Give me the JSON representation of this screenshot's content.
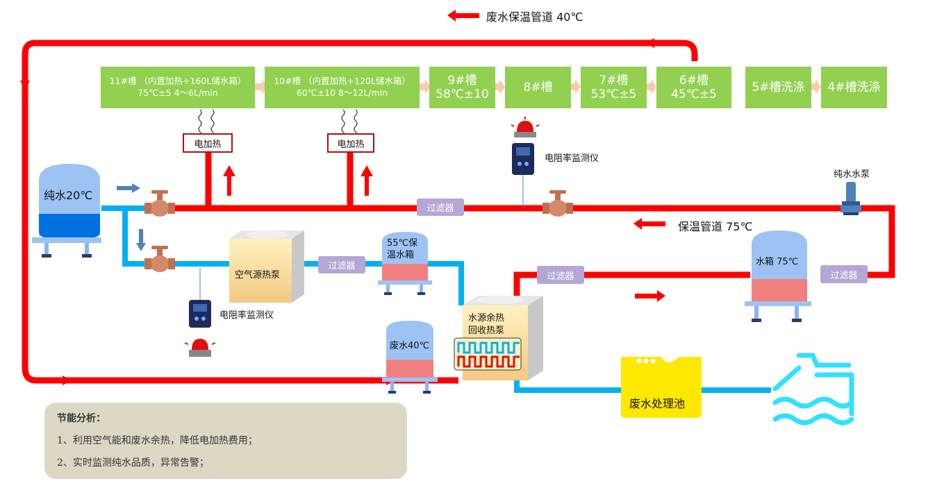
{
  "legend_top": "废水保温管道 40℃",
  "legend_mid": "保温管道 75℃",
  "tanks": {
    "t11": "11#槽 （内置加热+160L储水箱）75℃±5  4～6L/min",
    "t10": "10#槽 （内置加热+120L储水箱）60℃±10  8～12L/min",
    "t9_name": "9#槽",
    "t9_temp": "58℃±10",
    "t8_name": "8#槽",
    "t7_name": "7#槽",
    "t7_temp": "53℃±5",
    "t6_name": "6#槽",
    "t6_temp": "45℃±5",
    "t5": "5#槽洗涤",
    "t4": "4#槽洗涤"
  },
  "heater_label": "电加热",
  "monitor_label": "电阻率监测仪",
  "pump_label": "纯水水泵",
  "filter_label": "过滤器",
  "pure_water_tank": "纯水20℃",
  "warm_tank": "55℃保温水箱",
  "waste_tank": "废水40℃",
  "hot_tank": "水箱 75℃",
  "air_pump": "空气源热泵",
  "water_pump": "水源余热回收热泵",
  "waste_pool": "废水处理池",
  "notes": {
    "title": "节能分析：",
    "line1": "1、利用空气能和废水余热，降低电加热费用；",
    "line2": "2、实时监测纯水品质，异常告警；"
  },
  "colors": {
    "hot_pipe": "#ff0000",
    "cold_pipe": "#00b0f0",
    "tank_green": "#92d050",
    "filter": "#b4a7d6"
  }
}
